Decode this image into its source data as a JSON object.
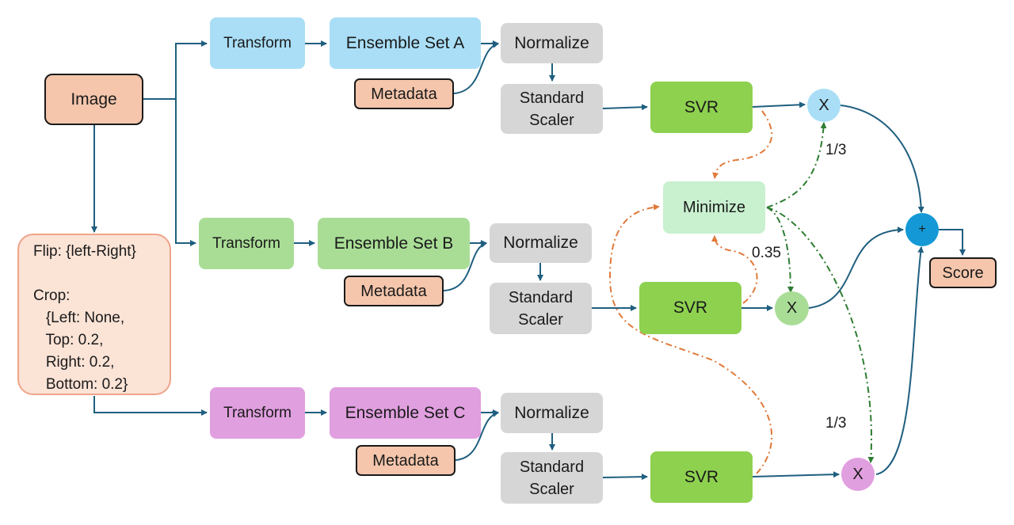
{
  "colors": {
    "arrow": "#1f5f7f",
    "orange_dashdot": "#e07a3a",
    "green_dashdot": "#2e7d32",
    "blue_box": "#a9def6",
    "green_box": "#a9dd96",
    "pink_box": "#e09fdf",
    "peach_box": "#f5c6ac",
    "grey_box": "#d6d6d6",
    "svr_green": "#8ed14f",
    "minimize_green": "#c9f0cf",
    "plus_blue": "#1499d6"
  },
  "nodes": {
    "image": "Image",
    "augmentation": "Flip: {left-Right}\n\nCrop:\n   {Left: None,\n   Top: 0.2,\n   Right: 0.2,\n   Bottom: 0.2}",
    "transform": "Transform",
    "ensemble_a": "Ensemble Set A",
    "ensemble_b": "Ensemble Set B",
    "ensemble_c": "Ensemble Set C",
    "normalize": "Normalize",
    "metadata": "Metadata",
    "standard_scaler": "Standard\nScaler",
    "svr": "SVR",
    "minimize": "Minimize",
    "multiply": "X",
    "plus": "+",
    "score": "Score"
  },
  "weights": {
    "a": "1/3",
    "b": "0.35",
    "c": "1/3"
  }
}
